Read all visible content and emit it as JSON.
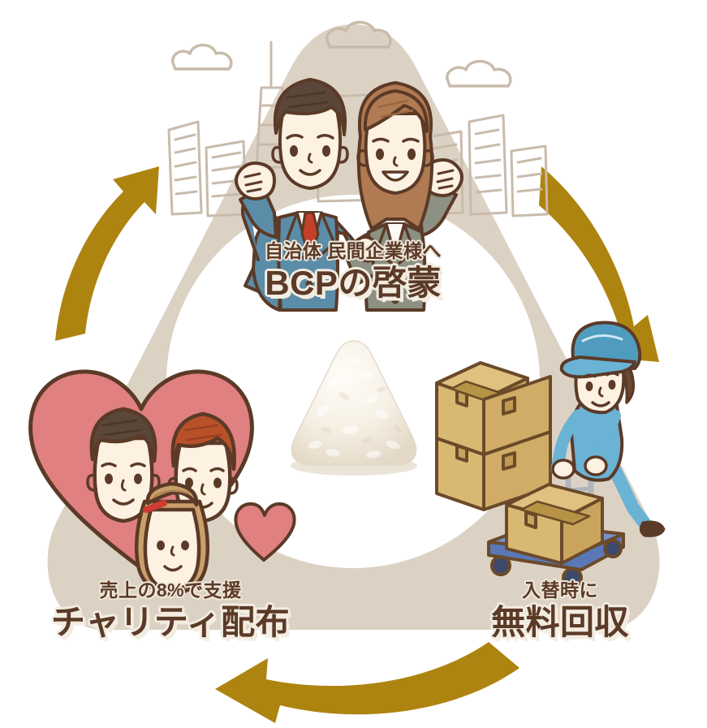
{
  "diagram": {
    "title": "BCP循環サイクル",
    "shape": "rounded-triangle-cycle",
    "direction": "clockwise",
    "colors": {
      "triangle_bg": "#dcd2c4",
      "inner_circle": "#ffffff",
      "arrow": "#ae8410",
      "text_main": "#5b3a27",
      "text_outline": "#f3ece1",
      "heart_pink": "#e08080",
      "suit_blue": "#5b8ca8",
      "suit_green": "#8c9183",
      "tie_red": "#c5402a",
      "box_tan": "#d9b872",
      "box_tan_dark": "#c9a45c",
      "uniform_blue": "#6ab3d4",
      "cart_blue": "#5a78b8",
      "building_outline": "#c9bbab",
      "line_brown": "#5b3a27",
      "skin": "#fdf1e2",
      "hair_dark": "#5b463a",
      "hair_brown": "#b07a52",
      "hair_red": "#b8512a",
      "hair_blonde": "#c9a06a",
      "rice_white": "#f7f3ea",
      "rice_shadow": "#e6dccc"
    }
  },
  "nodes": [
    {
      "id": "top",
      "position": "top",
      "sub_label": "自治体 民間企業様へ",
      "main_label": "BCPの啓蒙",
      "illustration": "two-business-people-cheering-with-city-buildings-and-clouds"
    },
    {
      "id": "right",
      "position": "bottom-right",
      "sub_label": "入替時に",
      "main_label": "無料回収",
      "illustration": "delivery-worker-pushing-hand-cart-with-cardboard-boxes"
    },
    {
      "id": "left",
      "position": "bottom-left",
      "sub_label": "売上の8%で支援",
      "main_label": "チャリティ配布",
      "illustration": "family-of-three-inside-pink-heart"
    }
  ],
  "center": {
    "illustration": "onigiri-rice-ball-photo",
    "description": "三角のおにぎり"
  },
  "arrows": [
    {
      "id": "arrow-top-right",
      "from": "top",
      "to": "right",
      "direction": "clockwise"
    },
    {
      "id": "arrow-bottom",
      "from": "right",
      "to": "left",
      "direction": "clockwise"
    },
    {
      "id": "arrow-left-top",
      "from": "left",
      "to": "top",
      "direction": "clockwise"
    }
  ]
}
